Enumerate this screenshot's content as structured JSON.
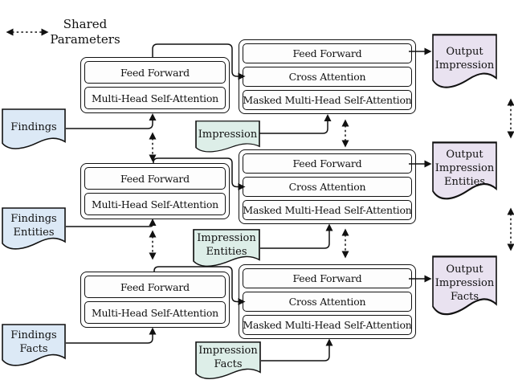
{
  "legend": {
    "label": "Shared\nParameters"
  },
  "palette": {
    "input_fill": "#dce9f6",
    "reference_fill": "#ddeee8",
    "output_fill": "#e9e2f0",
    "box_fill": "#ffffff",
    "stroke": "#111111"
  },
  "blocks": {
    "encoder_layers": [
      "Feed Forward",
      "Multi-Head Self-Attention"
    ],
    "decoder_layers": [
      "Feed Forward",
      "Cross Attention",
      "Masked Multi-Head Self-Attention"
    ]
  },
  "rows": [
    {
      "input": "Findings",
      "reference": "Impression",
      "output": "Output\nImpression"
    },
    {
      "input": "Findings\nEntities",
      "reference": "Impression\nEntities",
      "output": "Output\nImpression\nEntities"
    },
    {
      "input": "Findings\nFacts",
      "reference": "Impression\nFacts",
      "output": "Output\nImpression\nFacts"
    }
  ]
}
